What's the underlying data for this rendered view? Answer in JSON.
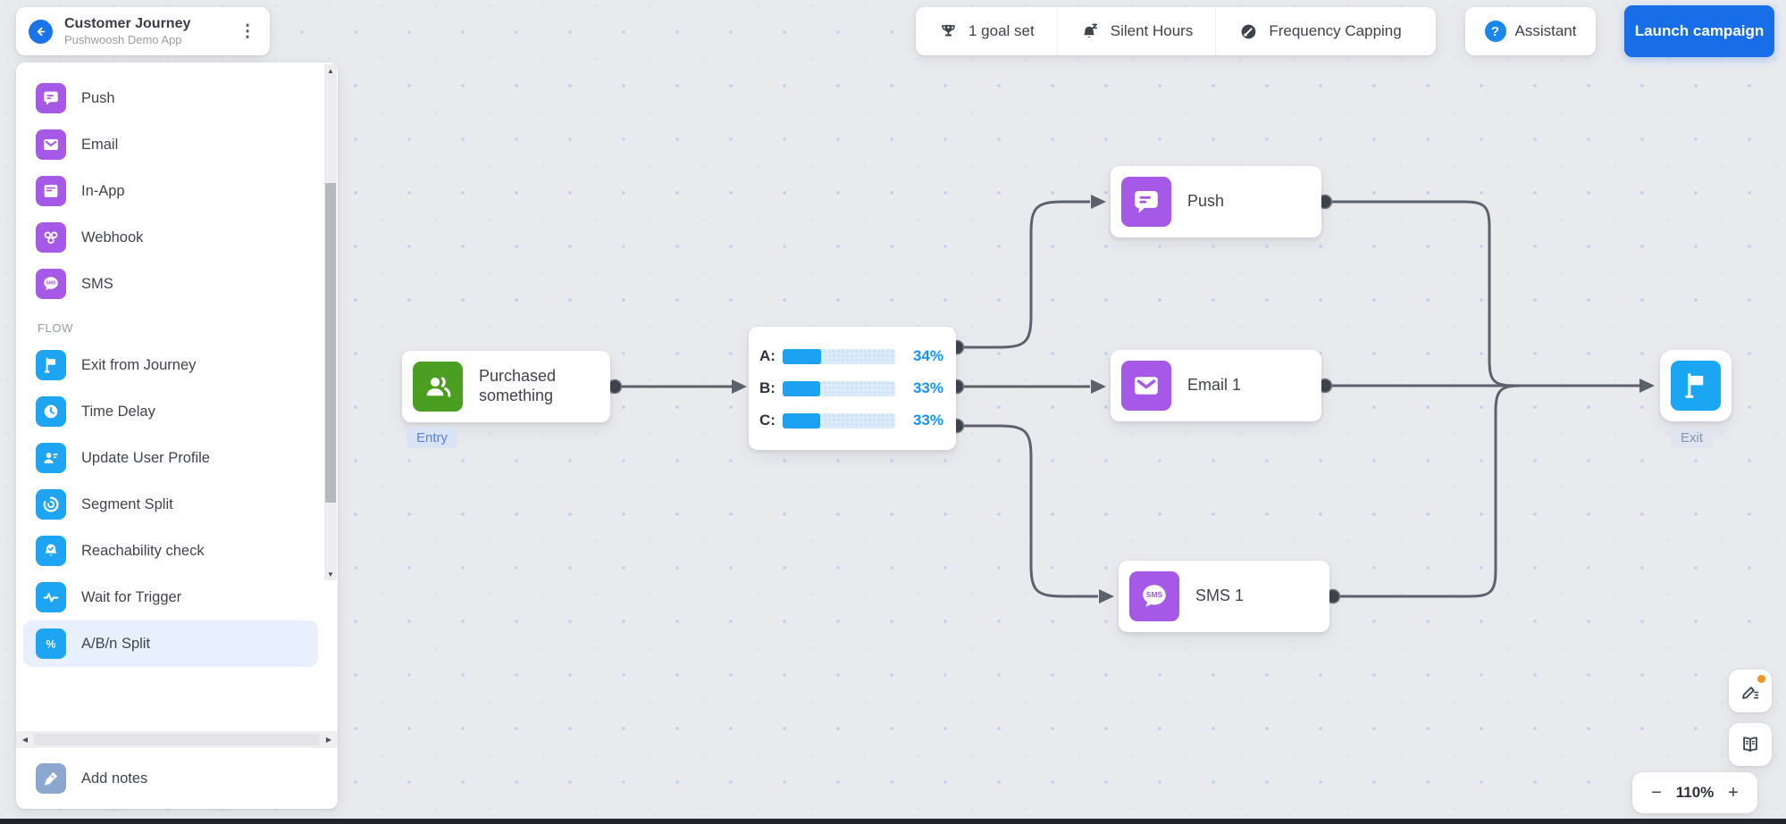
{
  "header": {
    "title": "Customer Journey",
    "subtitle": "Pushwoosh Demo App"
  },
  "sidebar": {
    "channels": [
      {
        "label": "Push",
        "icon": "push-icon"
      },
      {
        "label": "Email",
        "icon": "email-icon"
      },
      {
        "label": "In-App",
        "icon": "inapp-icon"
      },
      {
        "label": "Webhook",
        "icon": "webhook-icon"
      },
      {
        "label": "SMS",
        "icon": "sms-icon"
      }
    ],
    "flow_label": "FLOW",
    "flow": [
      {
        "label": "Exit from Journey",
        "icon": "exit-flag-icon"
      },
      {
        "label": "Time Delay",
        "icon": "clock-icon"
      },
      {
        "label": "Update User Profile",
        "icon": "user-edit-icon"
      },
      {
        "label": "Segment Split",
        "icon": "segment-split-icon"
      },
      {
        "label": "Reachability check",
        "icon": "bell-check-icon"
      },
      {
        "label": "Wait for Trigger",
        "icon": "pulse-icon"
      },
      {
        "label": "A/B/n Split",
        "icon": "percent-icon",
        "selected": true
      }
    ],
    "add_notes_label": "Add notes"
  },
  "topbar": {
    "goal_label": "1 goal set",
    "silent_label": "Silent Hours",
    "frequency_label": "Frequency Capping",
    "assistant_label": "Assistant",
    "assistant_icon_glyph": "?",
    "launch_label": "Launch campaign"
  },
  "canvas": {
    "entry": {
      "title": "Purchased something",
      "badge": "Entry",
      "icon": "people-icon"
    },
    "split": {
      "variants": [
        {
          "label": "A:",
          "pct": "34%",
          "fill": 34
        },
        {
          "label": "B:",
          "pct": "33%",
          "fill": 33
        },
        {
          "label": "C:",
          "pct": "33%",
          "fill": 33
        }
      ]
    },
    "push_node": {
      "label": "Push",
      "icon": "push-icon"
    },
    "email_node": {
      "label": "Email 1",
      "icon": "email-icon"
    },
    "sms_node": {
      "label": "SMS 1",
      "icon": "sms-icon"
    },
    "exit_node": {
      "badge": "Exit",
      "icon": "exit-flag-icon"
    }
  },
  "zoom_control": {
    "minus": "−",
    "level": "110%",
    "plus": "+"
  },
  "colors": {
    "accent_blue": "#176ee8",
    "channel_purple": "#a559e6",
    "flow_blue": "#1da4f2",
    "entry_green": "#4a9f22",
    "connector_gray": "#5b626b",
    "percent_blue": "#1795f1",
    "notification_orange": "#f7941d"
  }
}
